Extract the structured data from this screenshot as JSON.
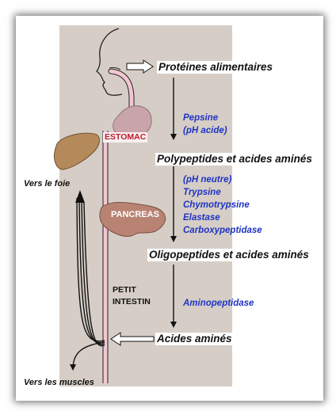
{
  "stages": {
    "proteines": "Protéines alimentaires",
    "polypeptides": "Polypeptides et acides aminés",
    "oligopeptides": "Oligopeptides et acides aminés",
    "acides": "Acides aminés"
  },
  "enzymes": {
    "estomac": [
      "Pepsine",
      "(pH acide)"
    ],
    "pancreas": [
      "(pH neutre)",
      "Trypsine",
      "Chymotrypsine",
      "Elastase",
      "Carboxypeptidase"
    ],
    "intestin": [
      "Aminopeptidase"
    ]
  },
  "organs": {
    "estomac": "ESTOMAC",
    "pancreas": "PANCREAS",
    "intestin_line1": "PETIT",
    "intestin_line2": "INTESTIN"
  },
  "destinations": {
    "foie": "Vers le foie",
    "muscles": "Vers les muscles"
  },
  "colors": {
    "panel": "#d6cec6",
    "enzyme_text": "#1f33c4",
    "tract": "#f2c6d2",
    "stomach": "#c9a4ab",
    "liver": "#b58a5a",
    "pancreas": "#b88373",
    "organ_label_red": "#c0182d"
  }
}
